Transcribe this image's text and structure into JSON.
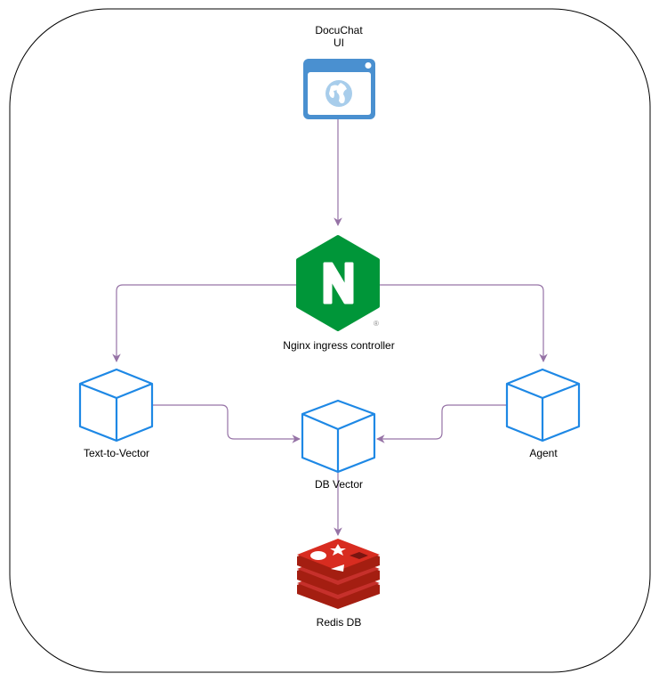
{
  "diagram": {
    "colors": {
      "edge": "#9673A6",
      "cube_stroke": "#1E88E5",
      "browser_frame": "#4A90D0",
      "browser_globe": "#A8CDEB",
      "nginx_green": "#009639",
      "redis_red": "#C6302B",
      "redis_dark": "#8A1F1A",
      "container_stroke": "#000000"
    },
    "nodes": [
      {
        "id": "docuchat-ui",
        "label": "DocuChat\nUI",
        "icon": "browser-window-icon"
      },
      {
        "id": "nginx",
        "label": "Nginx ingress controller",
        "icon": "nginx-logo-icon",
        "registered_mark": "®"
      },
      {
        "id": "text-to-vector",
        "label": "Text-to-Vector",
        "icon": "cube-icon"
      },
      {
        "id": "db-vector",
        "label": "DB Vector",
        "icon": "cube-icon"
      },
      {
        "id": "agent",
        "label": "Agent",
        "icon": "cube-icon"
      },
      {
        "id": "redis-db",
        "label": "Redis DB",
        "icon": "redis-logo-icon"
      }
    ],
    "edges": [
      {
        "from": "docuchat-ui",
        "to": "nginx"
      },
      {
        "from": "nginx",
        "to": "text-to-vector"
      },
      {
        "from": "nginx",
        "to": "agent"
      },
      {
        "from": "text-to-vector",
        "to": "db-vector"
      },
      {
        "from": "agent",
        "to": "db-vector"
      },
      {
        "from": "db-vector",
        "to": "redis-db"
      }
    ]
  }
}
